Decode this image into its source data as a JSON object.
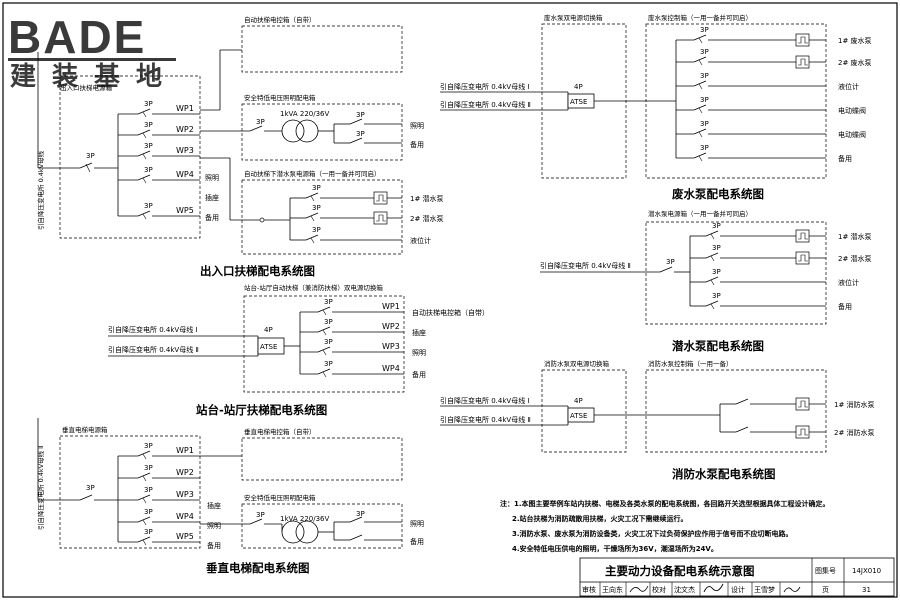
{
  "logo": {
    "main": "BADE",
    "sub": "建装基地"
  },
  "sections": {
    "escalator": {
      "title": "出入口扶梯配电系统图",
      "source": "引自降压变电所 0.4kV母线",
      "box_label": "出入口扶梯电源箱",
      "main_breaker": "3P",
      "feeders": [
        "WP1",
        "WP2",
        "WP3",
        "WP4",
        "WP5"
      ],
      "breaker": "3P",
      "side_labels": [
        "照明",
        "插座",
        "备用"
      ],
      "ctrl_box": "自动扶梯电控箱（自带）",
      "lowv_box": "安全特低电压照明配电箱",
      "transformer": "1kVA 220/36V",
      "lowv_out": [
        "照明",
        "备用"
      ],
      "pump_box": "自动扶梯下潜水泵电源箱（一用一备并可同启）",
      "pump_out": [
        "1# 潜水泵",
        "2# 潜水泵",
        "液位计"
      ]
    },
    "platform": {
      "title": "站台-站厅扶梯配电系统图",
      "box_label": "站台-站厅自动扶梯（兼消防扶梯）双电源切换箱",
      "sources": [
        "引自降压变电所 0.4kV母线 Ⅰ",
        "引自降压变电所 0.4kV母线 Ⅱ"
      ],
      "atse": "ATSE",
      "atse_pole": "4P",
      "feeders": [
        "WP1",
        "WP2",
        "WP3",
        "WP4"
      ],
      "out_labels": [
        "自动扶梯电控箱（自带）",
        "插座",
        "照明",
        "备用"
      ]
    },
    "elevator": {
      "title": "垂直电梯配电系统图",
      "source": "引自降压变电所 0.4kV母线 Ⅱ",
      "box_label": "垂直电梯电源箱",
      "main_breaker": "3P",
      "feeders": [
        "WP1",
        "WP2",
        "WP3",
        "WP4",
        "WP5"
      ],
      "side_labels": [
        "插座",
        "照明",
        "备用"
      ],
      "ctrl_box": "垂直电梯电控箱（自带）",
      "lowv_box": "安全特低电压照明配电箱",
      "transformer": "1kVA 220/36V",
      "lowv_out": [
        "照明",
        "备用"
      ]
    },
    "waste": {
      "title": "废水泵配电系统图",
      "switch_box": "废水泵双电源切换箱",
      "ctrl_box": "废水泵控制箱（一用一备并可同启）",
      "sources": [
        "引自降压变电所 0.4kV母线 Ⅰ",
        "引自降压变电所 0.4kV母线 Ⅱ"
      ],
      "atse": "ATSE",
      "atse_pole": "4P",
      "breaker": "3P",
      "outputs": [
        "1# 废水泵",
        "2# 废水泵",
        "液位计",
        "电动蝶阀",
        "电动蝶阀",
        "备用"
      ]
    },
    "sump": {
      "title": "潜水泵配电系统图",
      "box_label": "潜水泵电源箱（一用一备并可同启）",
      "source": "引自降压变电所 0.4kV母线 Ⅱ",
      "breaker": "3P",
      "outputs": [
        "1# 潜水泵",
        "2# 潜水泵",
        "液位计",
        "备用"
      ]
    },
    "fire": {
      "title": "消防水泵配电系统图",
      "switch_box": "消防水泵双电源切换箱",
      "ctrl_box": "消防水泵控制箱（一用一备）",
      "sources": [
        "引自降压变电所 0.4kV母线 Ⅰ",
        "引自降压变电所 0.4kV母线 Ⅱ"
      ],
      "atse": "ATSE",
      "atse_pole": "4P",
      "outputs": [
        "1# 消防水泵",
        "2# 消防水泵"
      ]
    }
  },
  "notes": [
    "注：1.本图主要举例车站内扶梯、电梯及各类水泵的配电系统图，各回路开关选型根据具体工程设计确定。",
    "2.站台扶梯为消防疏散用扶梯，火灾工况下需继续运行。",
    "3.消防水泵、废水泵为消防设备类，火灾工况下过负荷保护应作用于信号而不应切断电路。",
    "4.安全特低电压供电的照明，干燥场所为36V，潮湿场所为24V。"
  ],
  "titleblock": {
    "title": "主要动力设备配电系统示意图",
    "atlas_label": "图集号",
    "atlas_no": "14JX010",
    "review_label": "审核",
    "review_name": "王向东",
    "check_label": "校对",
    "check_name": "沈文杰",
    "design_label": "设计",
    "design_name": "王雪梦",
    "page_label": "页",
    "page_no": "31"
  }
}
